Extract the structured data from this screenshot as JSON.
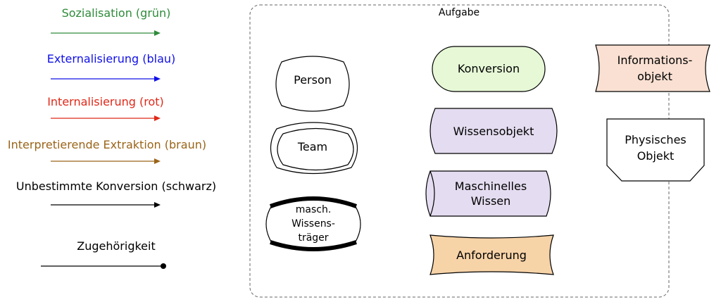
{
  "legend": [
    {
      "label": "Sozialisation (grün)",
      "color": "#2e8b3a",
      "end": "arrow"
    },
    {
      "label": "Externalisierung (blau)",
      "color": "#1010e8",
      "end": "arrow"
    },
    {
      "label": "Internalisierung (rot)",
      "color": "#e02818",
      "end": "arrow"
    },
    {
      "label": "Interpretierende Extraktion (braun)",
      "color": "#9a6418",
      "end": "arrow"
    },
    {
      "label": "Unbestimmte Konversion (schwarz)",
      "color": "#000000",
      "end": "arrow"
    },
    {
      "label": "Zugehörigkeit",
      "color": "#000000",
      "end": "dot"
    }
  ],
  "task_box": {
    "title": "Aufgabe"
  },
  "shapes": {
    "person": "Person",
    "team": "Team",
    "machine_carrier": [
      "masch.",
      "Wissens-",
      "träger"
    ],
    "conversion": "Konversion",
    "knowledge_object": "Wissensobjekt",
    "machine_knowledge": [
      "Maschinelles",
      "Wissen"
    ],
    "requirement": "Anforderung",
    "information_object": [
      "Informations-",
      "objekt"
    ],
    "physical_object": [
      "Physisches",
      "Objekt"
    ]
  },
  "colors": {
    "conversion_fill": "#e6f8d6",
    "knowledge_fill": "#e4dcf0",
    "requirement_fill": "#f7d3a8",
    "information_fill": "#f9e0d2"
  }
}
